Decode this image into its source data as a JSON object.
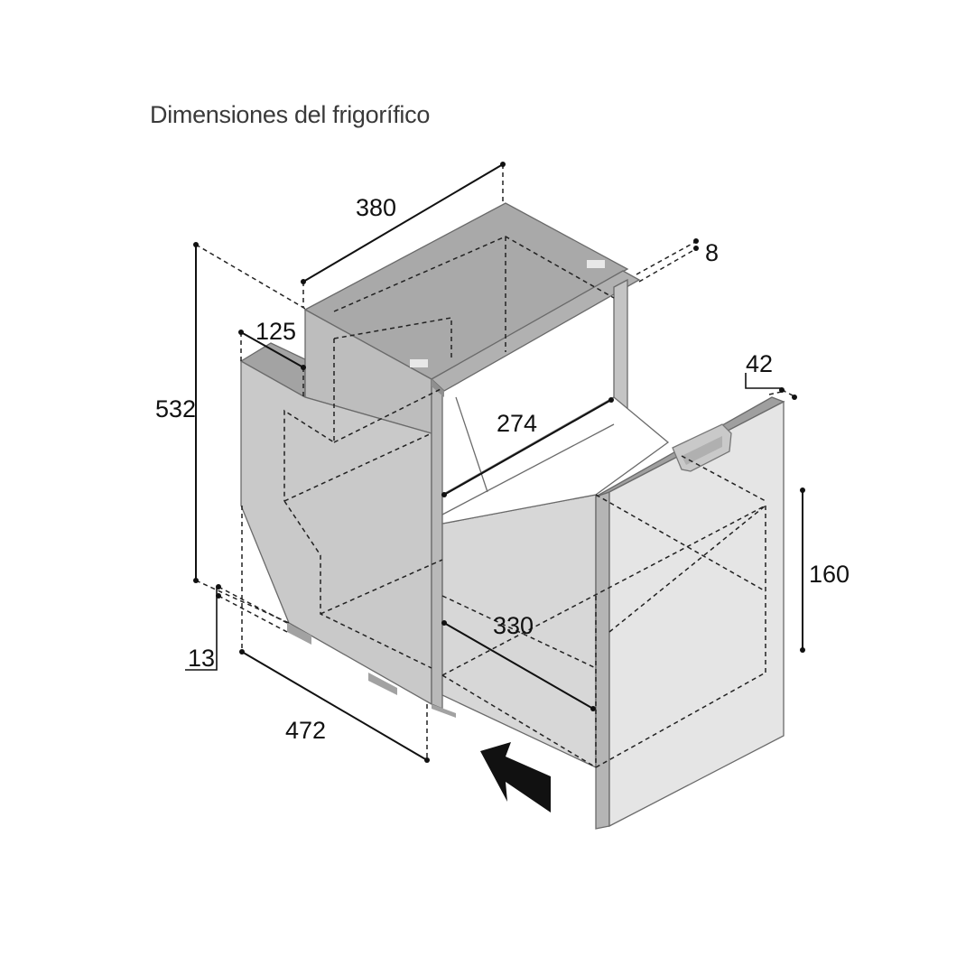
{
  "title": "Dimensiones del frigorífico",
  "dimensions": {
    "width_top": "380",
    "top_overhang": "8",
    "height": "532",
    "depth_step": "125",
    "door_thickness": "42",
    "inner_width": "274",
    "drawer_height": "160",
    "drawer_width": "330",
    "feet": "13",
    "depth": "472"
  },
  "colors": {
    "side_panel": "#c9c9c9",
    "top_panel": "#a9a9a9",
    "door_front": "#e5e5e5",
    "drawer_box": "#d7d7d7",
    "frame": "#b5b5b5",
    "arrow": "#111111"
  },
  "icons": {
    "insert_arrow": "arrow-up-left-icon"
  }
}
